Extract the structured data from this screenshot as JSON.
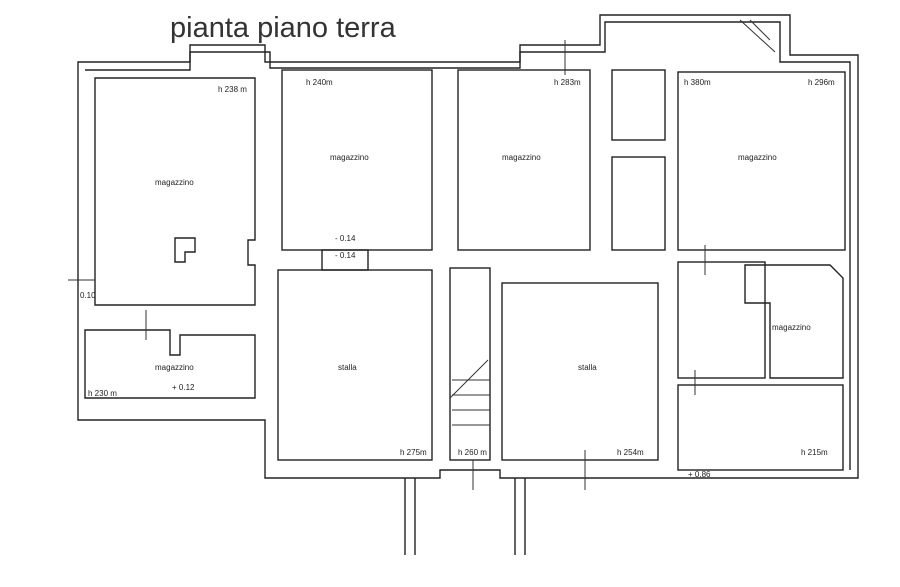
{
  "title": "pianta piano terra",
  "rooms": {
    "big_left": {
      "name": "magazzino",
      "height": "h 238 m"
    },
    "top_mid_left": {
      "name": "magazzino",
      "height": "h 240m"
    },
    "top_mid": {
      "name": "magazzino",
      "height": "h 283m"
    },
    "top_right": {
      "name": "magazzino",
      "height_a": "h 380m",
      "height_b": "h 296m"
    },
    "stalla_left": {
      "name": "stalla",
      "height": "h 275m"
    },
    "stairs": {
      "height": "h 260 m"
    },
    "stalla_right": {
      "name": "stalla",
      "height": "h 254m"
    },
    "right_small": {
      "name": "magazzino"
    },
    "bottom_right": {
      "height": "h 215m"
    },
    "bottom_left": {
      "name": "magazzino",
      "height": "h 230 m"
    }
  },
  "levels": {
    "a": "- 0.14",
    "b": "- 0.14",
    "c": "0.10",
    "d": "+ 0.12",
    "e": "+ 0.86"
  }
}
